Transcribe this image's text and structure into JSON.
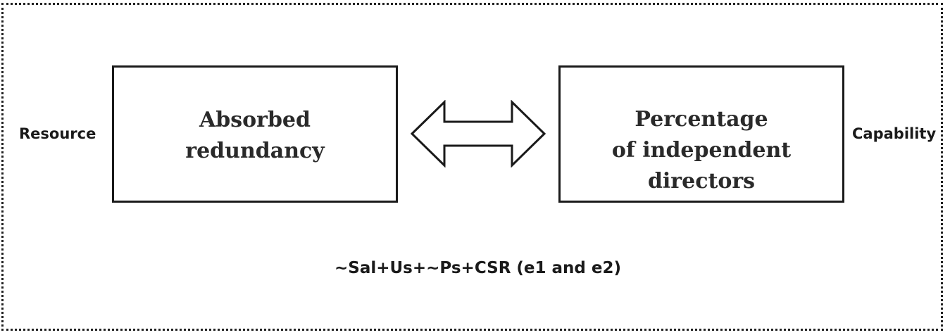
{
  "diagram": {
    "left_label": "Resource",
    "right_label": "Capability",
    "left_box": {
      "lines": [
        "Absorbed",
        "redundancy"
      ]
    },
    "right_box": {
      "lines": [
        "Percentage",
        "of independent",
        "directors"
      ]
    },
    "arrow": {
      "type": "double-headed",
      "icon": "double-arrow-icon"
    },
    "formula": "~Sal+Us+~Ps+CSR (e1 and e2)"
  }
}
